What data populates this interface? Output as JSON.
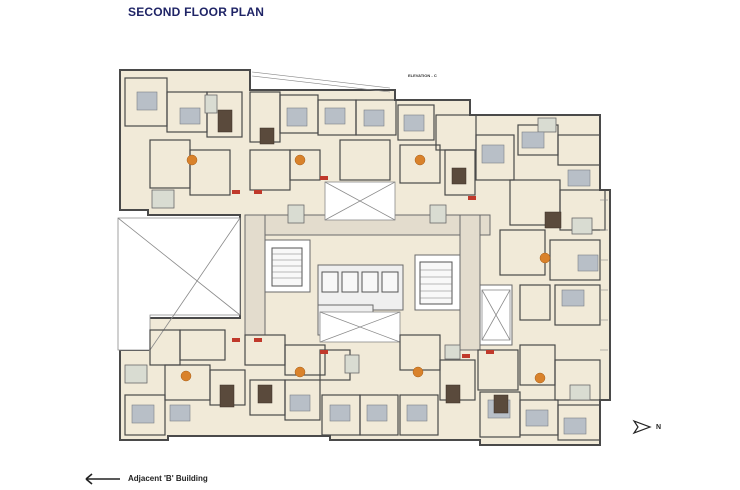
{
  "title": "SECOND FLOOR PLAN",
  "elevation_label": "ELEVATION - C",
  "north_label": "N",
  "adjacent_label": "Adjacent 'B' Building",
  "colors": {
    "title": "#1f2466",
    "wall": "#4a4a4a",
    "room_fill": "#f1ead8",
    "common_fill": "#e3dccd",
    "wet_fill": "#d9dcd2",
    "bed_fill": "#b8bfc7",
    "accent_red": "#c0392b",
    "dining": "#d9822b"
  },
  "icons": [
    "north-arrow-icon",
    "left-arrow-icon"
  ]
}
